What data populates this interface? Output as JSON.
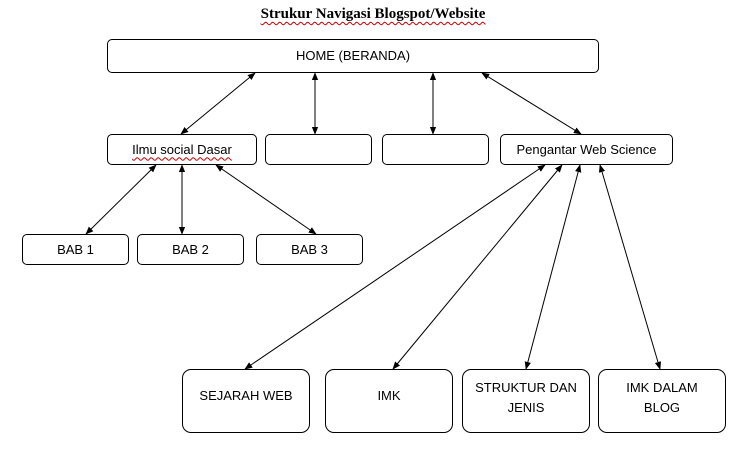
{
  "diagram": {
    "title": "Strukur Navigasi Blogspot/Website",
    "home": "HOME (BERANDA)",
    "level2": [
      {
        "id": "ilmu",
        "label": "Ilmu social Dasar"
      },
      {
        "id": "blank1",
        "label": ""
      },
      {
        "id": "blank2",
        "label": ""
      },
      {
        "id": "pws",
        "label": "Pengantar Web Science"
      }
    ],
    "ilmu_children": [
      "BAB 1",
      "BAB 2",
      "BAB 3"
    ],
    "pws_children": [
      "SEJARAH WEB",
      "IMK",
      "STRUKTUR DAN\nJENIS",
      "IMK DALAM\nBLOG"
    ]
  }
}
